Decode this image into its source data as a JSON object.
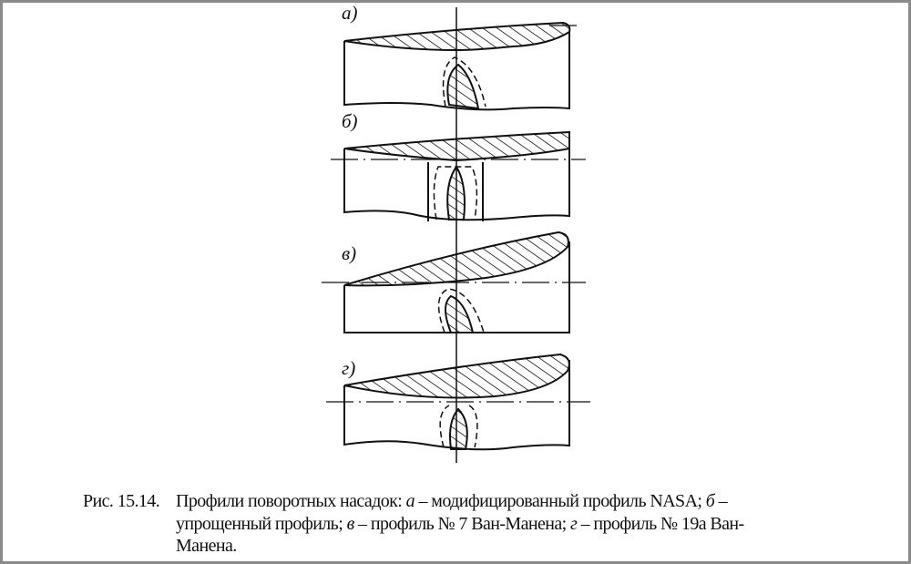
{
  "figure": {
    "panels": [
      {
        "label": "а)"
      },
      {
        "label": "б)"
      },
      {
        "label": "в)"
      },
      {
        "label": "г)"
      }
    ]
  },
  "caption": {
    "number": "Рис. 15.14.",
    "line1_a": "Профили поворотных насадок: ",
    "key_a": "а",
    "line1_b": " – модифицированный профиль NASA; ",
    "key_b": "б",
    "line1_c": " –",
    "line2_a": "упрощенный профиль; ",
    "key_v": "в",
    "line2_b": " – профиль № 7 Ван-Манена; ",
    "key_g": "г",
    "line2_c": " – профиль № 19а Ван-",
    "line3": "Манена."
  }
}
